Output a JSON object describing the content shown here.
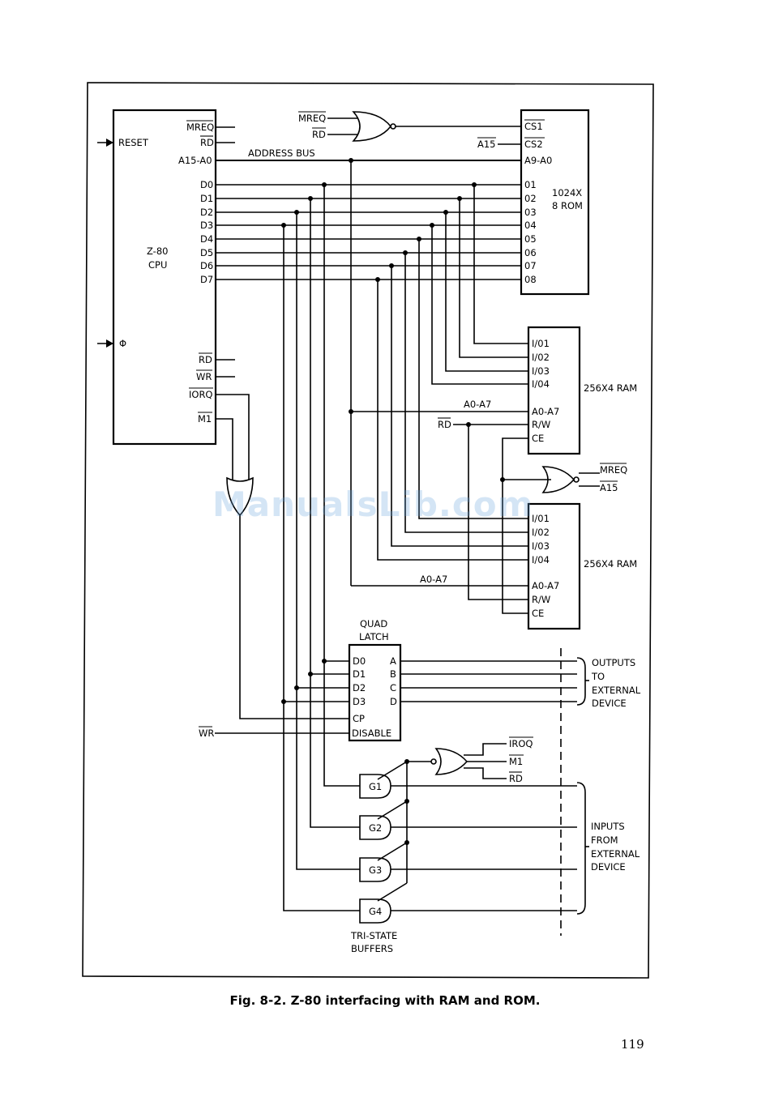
{
  "figure": {
    "caption": "Fig. 8-2. Z-80 interfacing with RAM and ROM.",
    "page_number": "119",
    "watermark": "ManualsLib.com"
  },
  "cpu": {
    "name_line1": "Z-80",
    "name_line2": "CPU",
    "left_pins": [
      "RESET",
      "Φ"
    ],
    "right_pins_top": [
      "MREQ",
      "RD",
      "A15-A0"
    ],
    "data_pins": [
      "D0",
      "D1",
      "D2",
      "D3",
      "D4",
      "D5",
      "D6",
      "D7"
    ],
    "right_pins_bottom": [
      "RD",
      "WR",
      "IORQ",
      "M1"
    ]
  },
  "address_bus_label": "ADDRESS BUS",
  "rom_gate_inputs": [
    "MREQ",
    "RD"
  ],
  "rom": {
    "name_line1": "1024X",
    "name_line2": "8 ROM",
    "pins": [
      "CS1",
      "CS2",
      "A9-A0",
      "01",
      "02",
      "03",
      "04",
      "05",
      "06",
      "07",
      "08"
    ],
    "cs2_input": "A15"
  },
  "ram1": {
    "name": "256X4 RAM",
    "pins": [
      "I/01",
      "I/02",
      "I/03",
      "I/04",
      "A0-A7",
      "R/W",
      "CE"
    ],
    "address_label": "A0-A7",
    "rw_input": "RD"
  },
  "ram_gate_inputs": [
    "MREQ",
    "A15"
  ],
  "ram2": {
    "name": "256X4 RAM",
    "pins": [
      "I/01",
      "I/02",
      "I/03",
      "I/04",
      "A0-A7",
      "R/W",
      "CE"
    ],
    "address_label": "A0-A7"
  },
  "latch": {
    "title_line1": "QUAD",
    "title_line2": "LATCH",
    "left_pins": [
      "D0",
      "D1",
      "D2",
      "D3",
      "CP",
      "DISABLE"
    ],
    "right_pins": [
      "A",
      "B",
      "C",
      "D"
    ],
    "disable_input": "WR"
  },
  "outputs_label": [
    "OUTPUTS",
    "TO",
    "EXTERNAL",
    "DEVICE"
  ],
  "buffer_gate_inputs": [
    "IROQ",
    "M1",
    "RD"
  ],
  "buffers": [
    "G1",
    "G2",
    "G3",
    "G4"
  ],
  "buffers_label": [
    "TRI-STATE",
    "BUFFERS"
  ],
  "inputs_label": [
    "INPUTS",
    "FROM",
    "EXTERNAL",
    "DEVICE"
  ]
}
